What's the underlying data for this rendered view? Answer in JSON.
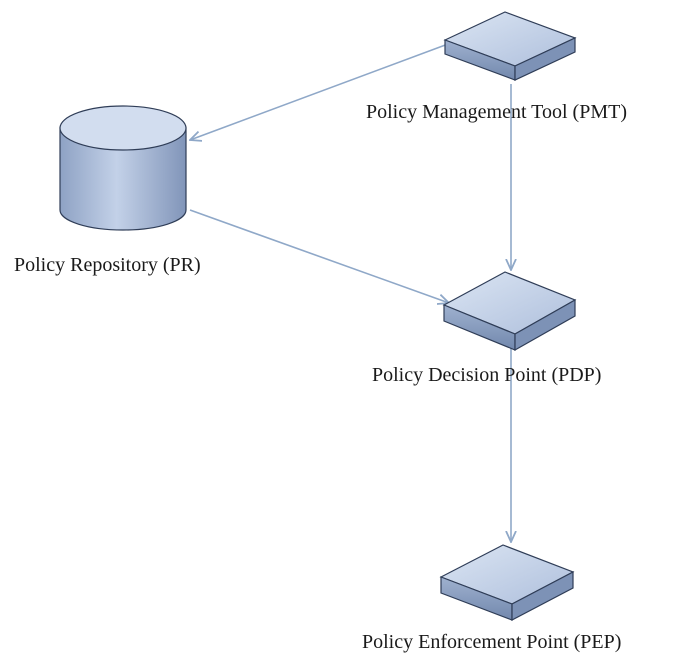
{
  "nodes": {
    "pmt": {
      "label": "Policy Management Tool (PMT)",
      "shape": "flat-box"
    },
    "pr": {
      "label": "Policy Repository (PR)",
      "shape": "cylinder"
    },
    "pdp": {
      "label": "Policy Decision Point (PDP)",
      "shape": "flat-box"
    },
    "pep": {
      "label": "Policy Enforcement Point (PEP)",
      "shape": "flat-box"
    }
  },
  "edges": [
    {
      "from": "pmt",
      "to": "pr"
    },
    {
      "from": "pmt",
      "to": "pdp"
    },
    {
      "from": "pr",
      "to": "pdp"
    },
    {
      "from": "pdp",
      "to": "pep"
    }
  ],
  "colors": {
    "shape_fill_top": "#c9d7ec",
    "shape_fill_side": "#8fa3c4",
    "shape_stroke": "#2f3d57",
    "edge": "#8fa8c8"
  }
}
